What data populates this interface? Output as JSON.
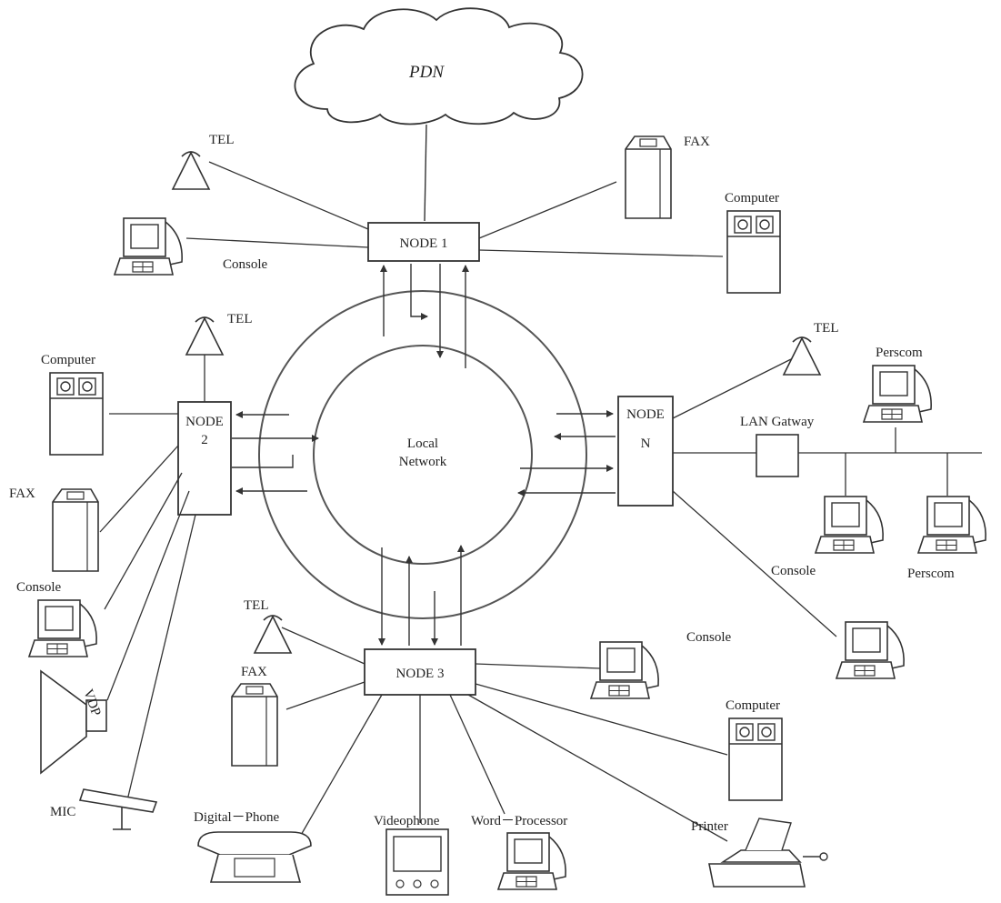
{
  "cloud": {
    "label": "PDN"
  },
  "ring": {
    "label_line1": "Local",
    "label_line2": "Network"
  },
  "nodes": {
    "node1": "NODE 1",
    "node2_line1": "NODE",
    "node2_line2": "2",
    "nodeN_line1": "NODE",
    "nodeN_line2": "N",
    "node3": "NODE  3"
  },
  "labels": {
    "tel_top": "TEL",
    "fax_top": "FAX",
    "computer_top": "Computer",
    "console_top": "Console",
    "tel_left": "TEL",
    "computer_left": "Computer",
    "fax_left": "FAX",
    "console_left": "Console",
    "vdp": "VDP",
    "mic": "MIC",
    "tel_right": "TEL",
    "perscom_top": "Perscom",
    "lan_gateway": "LAN Gatway",
    "console_right": "Console",
    "perscom_bottom": "Perscom",
    "tel_bottom": "TEL",
    "fax_bottom": "FAX",
    "console_bottom": "Console",
    "computer_bottom": "Computer",
    "digital_phone": "Digital－Phone",
    "videophone": "Videophone",
    "word_processor": "Word－Processor",
    "printer": "Printer"
  },
  "colors": {
    "line": "#333333",
    "ring": "#555555"
  }
}
